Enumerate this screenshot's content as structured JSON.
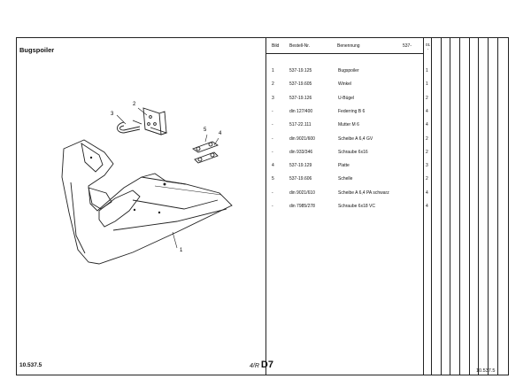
{
  "header": {
    "title": "Bugspoiler",
    "col_bild": "Bild",
    "col_bestell": "Bestell-Nr.",
    "col_benennung": "Benennung",
    "col_series": "537-",
    "col_qty": "01",
    "col_qty_sub": "-"
  },
  "parts": [
    {
      "bild": "1",
      "nr": "537-19.125",
      "name": "Bugspoiler",
      "qty": "1"
    },
    {
      "bild": "2",
      "nr": "537-19.605",
      "name": "Winkel",
      "qty": "1"
    },
    {
      "bild": "3",
      "nr": "537-19.126",
      "name": "U-Bügel",
      "qty": "2"
    },
    {
      "bild": "-",
      "nr": "din 127/400",
      "name": "Federring B 6",
      "qty": "4"
    },
    {
      "bild": "-",
      "nr": "517-22.111",
      "name": "Mutter M 6",
      "qty": "4"
    },
    {
      "bild": "-",
      "nr": "din 9021/600",
      "name": "Scheibe A 6,4 GV",
      "qty": "2"
    },
    {
      "bild": "-",
      "nr": "din 933/346",
      "name": "Schraube 6x16",
      "qty": "2"
    },
    {
      "bild": "4",
      "nr": "537-19.129",
      "name": "Platte",
      "qty": "3"
    },
    {
      "bild": "5",
      "nr": "537-19.606",
      "name": "Schelle",
      "qty": "2"
    },
    {
      "bild": "-",
      "nr": "din 9021/610",
      "name": "Scheibe A 6,4 PA schwarz",
      "qty": "4"
    },
    {
      "bild": "-",
      "nr": "din 7985/278",
      "name": "Schraube 6x18 VC",
      "qty": "4"
    }
  ],
  "callouts": {
    "c1": "1",
    "c2": "2",
    "c3": "3",
    "c4": "4",
    "c5": "5"
  },
  "footer": {
    "doc_number": "10.537.5",
    "page_prefix": "4/R",
    "page_id": "D7",
    "ref_number": "10.537.5"
  }
}
